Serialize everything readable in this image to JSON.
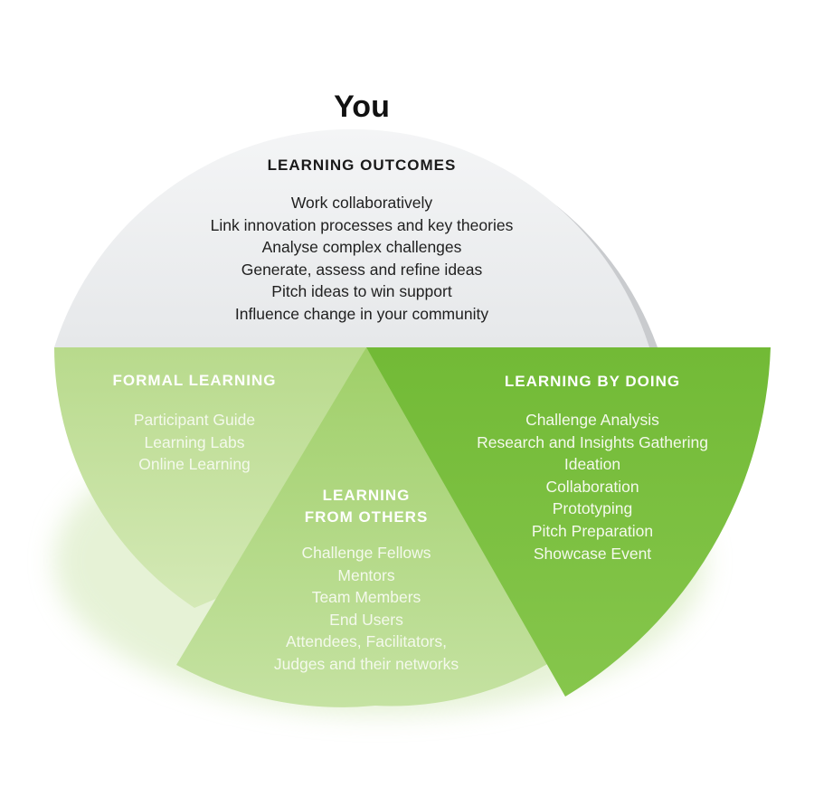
{
  "title": "You",
  "outcomes": {
    "heading": "LEARNING OUTCOMES",
    "items": [
      "Work collaboratively",
      "Link innovation processes and key theories",
      "Analyse complex challenges",
      "Generate, assess and refine ideas",
      "Pitch ideas to win support",
      "Influence change in your community"
    ]
  },
  "formal_learning": {
    "heading": "FORMAL LEARNING",
    "items": [
      "Participant Guide",
      "Learning Labs",
      "Online Learning"
    ]
  },
  "learning_by_doing": {
    "heading": "LEARNING BY DOING",
    "items": [
      "Challenge Analysis",
      "Research and Insights Gathering",
      "Ideation",
      "Collaboration",
      "Prototyping",
      "Pitch Preparation",
      "Showcase Event"
    ]
  },
  "learning_from_others": {
    "heading_lines": [
      "LEARNING",
      "FROM OTHERS"
    ],
    "items": [
      "Challenge Fellows",
      "Mentors",
      "Team Members",
      "End Users",
      "Attendees, Facilitators,",
      "Judges and their networks"
    ]
  },
  "colors": {
    "outcomes_fill": "#eceef0",
    "formal_fill": "#c9e3a6",
    "doing_fill": "#7dc142",
    "others_fill": "#afd67e"
  }
}
